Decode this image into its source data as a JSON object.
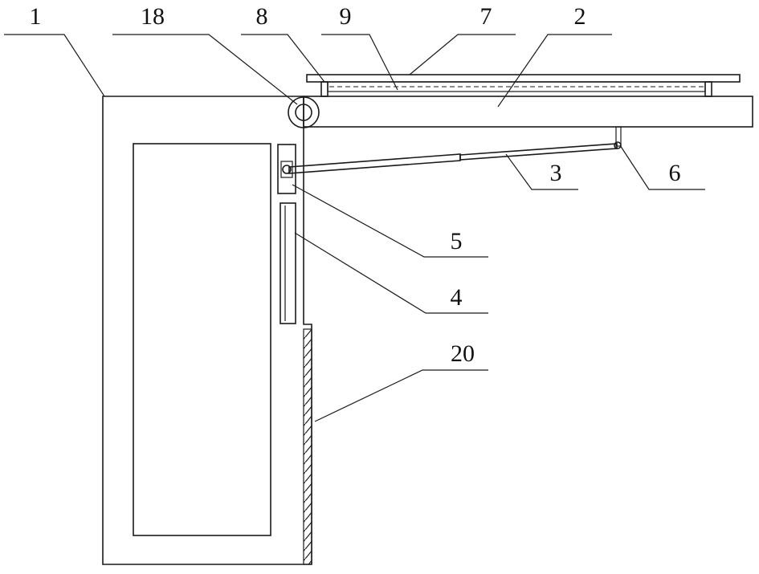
{
  "labels": {
    "cabinet_body": "1",
    "canopy_board": "2",
    "support_rod": "3",
    "slide_rail": "4",
    "slider": "5",
    "hinge_seat": "6",
    "top_panel": "7",
    "spacer": "8",
    "inner_layer": "9",
    "rotating_shaft": "18",
    "side_strip": "20"
  }
}
